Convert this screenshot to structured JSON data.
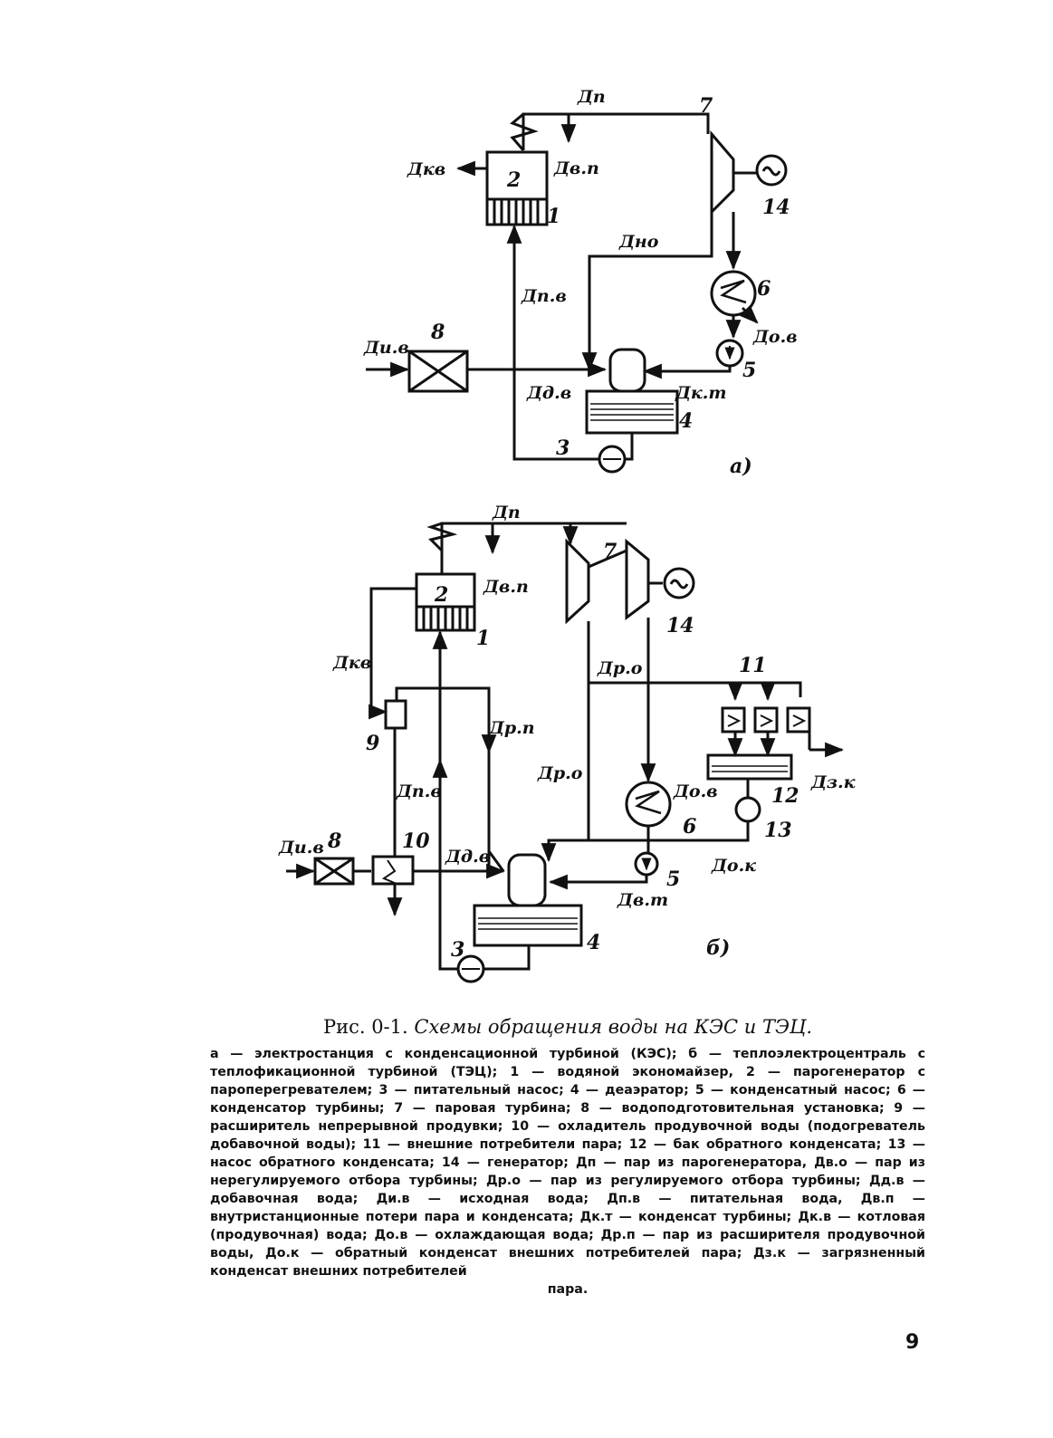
{
  "diagram_a": {
    "labels": {
      "d_p": "Дп",
      "d_vp": "Дв.п",
      "d_kv": "Дкв",
      "d_no": "Дно",
      "d_pv": "Дп.в",
      "d_iv": "Ди.в",
      "d_dv": "Дд.в",
      "d_kt": "Дк.т",
      "d_ov": "До.в"
    },
    "numbers": [
      "1",
      "2",
      "3",
      "4",
      "5",
      "6",
      "7",
      "8",
      "14"
    ],
    "panel_label": "а)"
  },
  "diagram_b": {
    "labels": {
      "d_p": "Дп",
      "d_vp": "Дв.п",
      "d_kv": "Дкв",
      "d_ro_top": "Др.о",
      "d_ro_mid": "Др.о",
      "d_rp": "Др.п",
      "d_pv": "Дп.в",
      "d_iv": "Ди.в",
      "d_dv": "Дд.в",
      "d_ov": "До.в",
      "d_ok": "До.к",
      "d_vt": "Дв.т",
      "d_zk": "Дз.к"
    },
    "numbers": [
      "1",
      "2",
      "3",
      "4",
      "5",
      "6",
      "7",
      "8",
      "9",
      "10",
      "11",
      "12",
      "13",
      "14"
    ],
    "panel_label": "б)"
  },
  "caption": {
    "prefix": "Рис. 0-1.",
    "title": "Схемы обращения воды на КЭС и ТЭЦ.",
    "legend": "а — электростанция с конденсационной турбиной (КЭС); б — теплоэлектроцентраль с теплофикационной турбиной (ТЭЦ); 1 — водяной экономайзер, 2 — парогенератор с пароперегревателем; 3 — питательный насос; 4 — деаэратор; 5 — конденсатный насос; 6 — конденсатор турбины; 7 — паровая турбина; 8 — водоподготовительная установка; 9 — расширитель непрерывной продувки; 10 — охладитель продувочной воды (подогреватель добавочной воды); 11 — внешние потребители пара; 12 — бак обратного конденсата; 13 — насос обратного конденсата; 14 — генератор; Дп — пар из парогенератора, Дв.о — пар из нерегулируемого отбора турбины; Др.о — пар из регулируемого отбора турбины; Дд.в — добавочная вода; Ди.в — исходная вода; Дп.в — питательная вода, Дв.п — внутристанционные потери пара и конденсата; Дк.т — конденсат турбины; Дк.в — котловая (продувочная) вода; До.в — охлаждающая вода; Др.п — пар из расширителя продувочной воды, До.к — обратный конденсат внешних потребителей пара; Дз.к — загрязненный конденсат внешних потребителей",
    "legend_end": "пара."
  },
  "page_number": "9"
}
